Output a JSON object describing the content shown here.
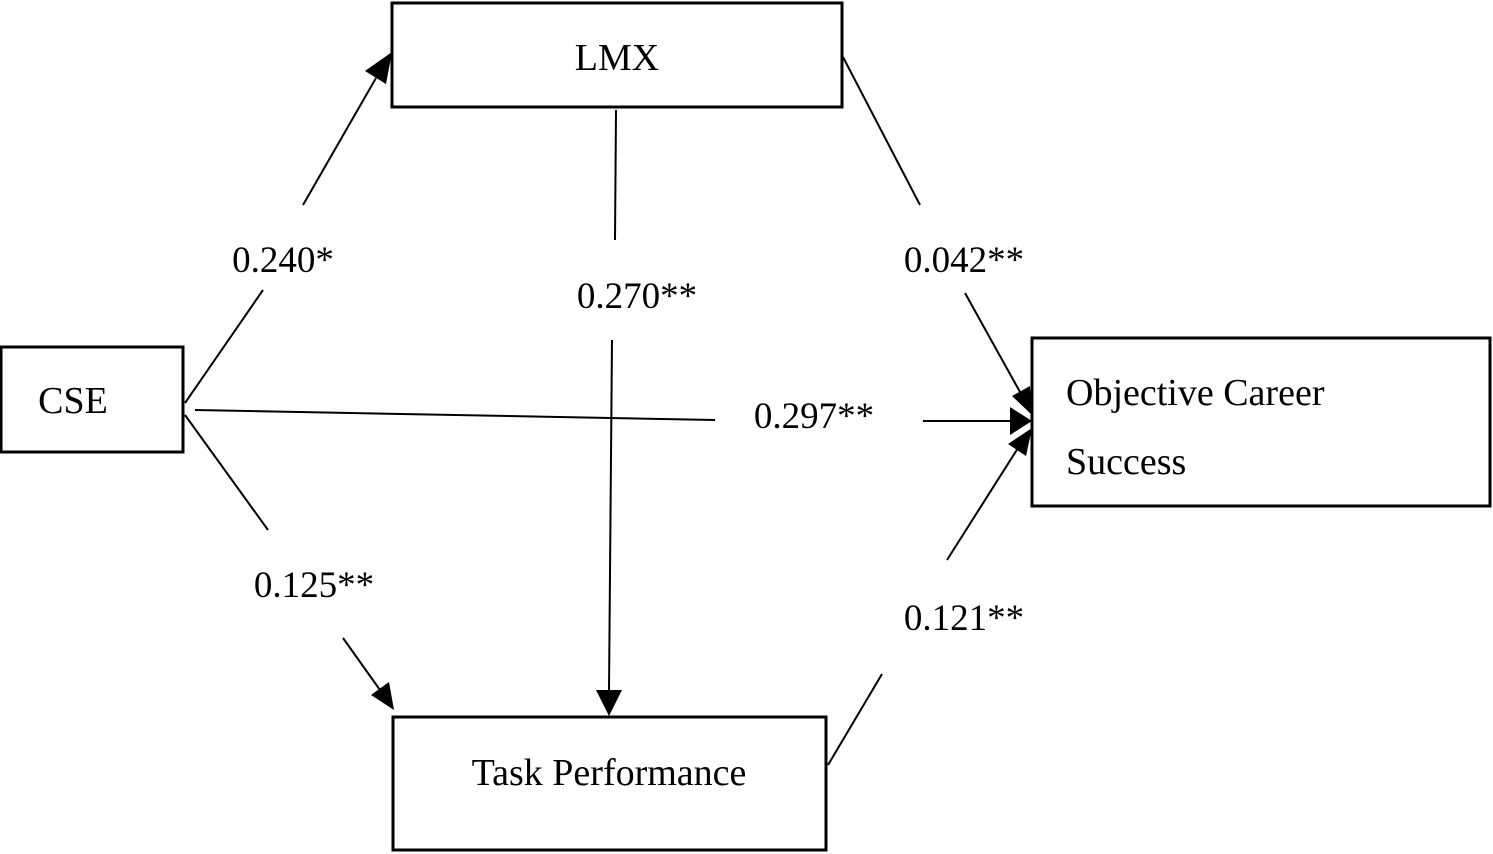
{
  "nodes": {
    "lmx": {
      "label": "LMX"
    },
    "cse": {
      "label": "CSE"
    },
    "task_performance": {
      "label": "Task Performance"
    },
    "objective_career_success": {
      "label_line1": "Objective Career",
      "label_line2": "Success"
    }
  },
  "paths": {
    "cse_to_lmx": "0.240*",
    "lmx_to_task": "0.270**",
    "lmx_to_ocs": "0.042**",
    "cse_to_ocs": "0.297**",
    "cse_to_task": "0.125**",
    "task_to_ocs": "0.121**"
  }
}
